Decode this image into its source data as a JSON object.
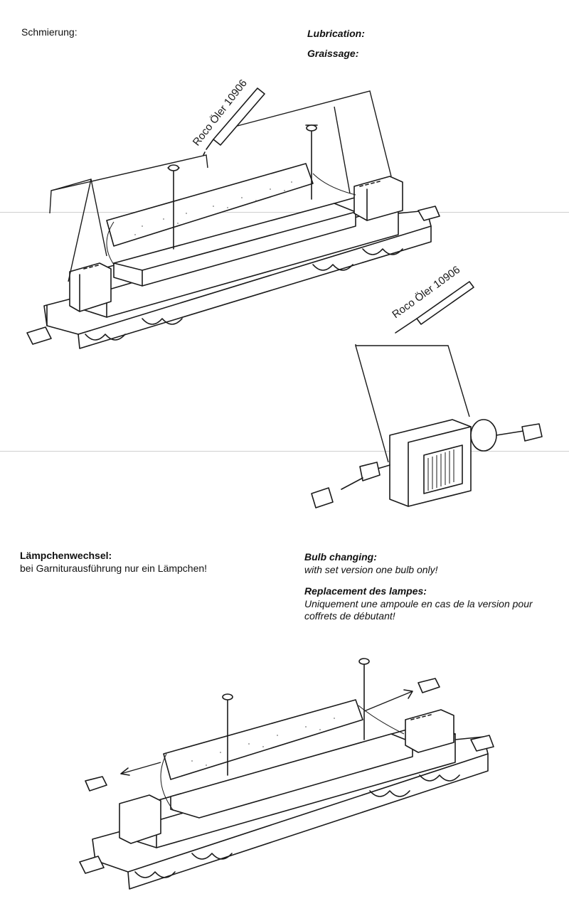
{
  "sections": {
    "lubrication": {
      "de_title": "Schmierung:",
      "en_title": "Lubrication:",
      "fr_title": "Graissage:",
      "oiler_label_1": "Roco Öler 10906",
      "oiler_label_2": "Roco Öler 10906"
    },
    "bulb": {
      "de_title": "Lämpchenwechsel:",
      "de_text": "bei Garniturausführung nur ein Lämpchen!",
      "en_title": "Bulb changing:",
      "en_text": "with set version one bulb only!",
      "fr_title": "Replacement des lampes:",
      "fr_text_1": "Uniquement une ampoule en cas de la version pour",
      "fr_text_2": "coffrets de débutant!"
    }
  }
}
